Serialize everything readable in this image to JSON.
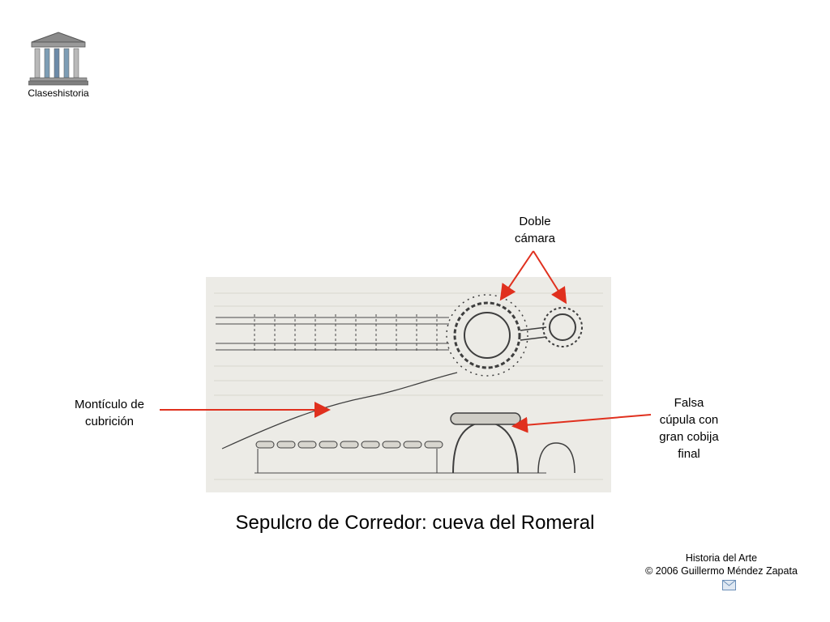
{
  "logo": {
    "icon": "greek-temple-icon",
    "caption": "Claseshistoria"
  },
  "labels": {
    "doble_camara": "Doble\ncámara",
    "monticulo": "Montículo de\ncubrición",
    "falsa_cupula": "Falsa\ncúpula con\ngran cobija\nfinal"
  },
  "title": "Sepulcro de Corredor: cueva del Romeral",
  "credits": {
    "line1": "Historia del Arte",
    "line2": "© 2006 Guillermo Méndez Zapata"
  },
  "mail": {
    "icon": "envelope-icon"
  },
  "colors": {
    "arrow": "#e0301e",
    "sketch": "#4a4a4a",
    "paper": "#ecebe6",
    "envelope": "#6b8fb8"
  }
}
